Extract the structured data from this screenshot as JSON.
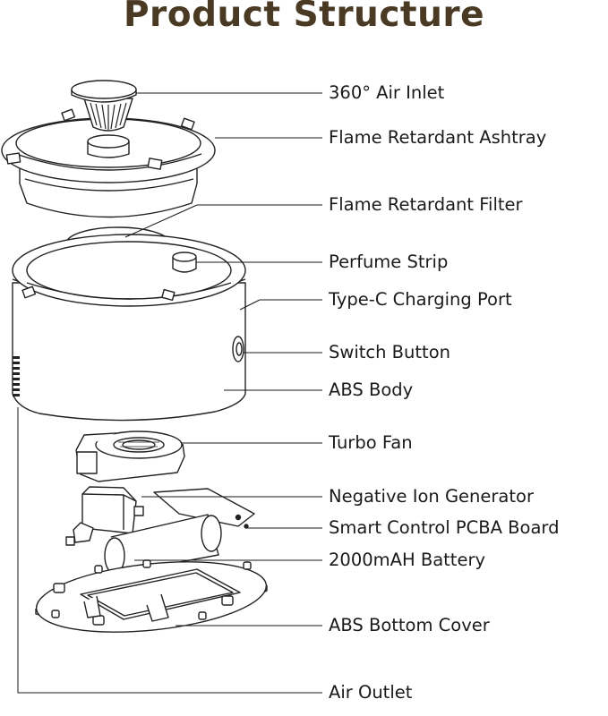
{
  "title": "Product Structure",
  "labels": {
    "air_inlet": "360° Air Inlet",
    "ashtray": "Flame Retardant Ashtray",
    "filter": "Flame Retardant Filter",
    "perfume": "Perfume Strip",
    "charging_port": "Type-C Charging Port",
    "switch": "Switch Button",
    "abs_body": "ABS Body",
    "turbo_fan": "Turbo Fan",
    "ion_generator": "Negative Ion Generator",
    "pcba": "Smart Control PCBA Board",
    "battery": "2000mAH Battery",
    "bottom_cover": "ABS Bottom Cover",
    "air_outlet": "Air Outlet"
  },
  "colors": {
    "title": "#4a3a24",
    "line": "#1a1a1a"
  }
}
